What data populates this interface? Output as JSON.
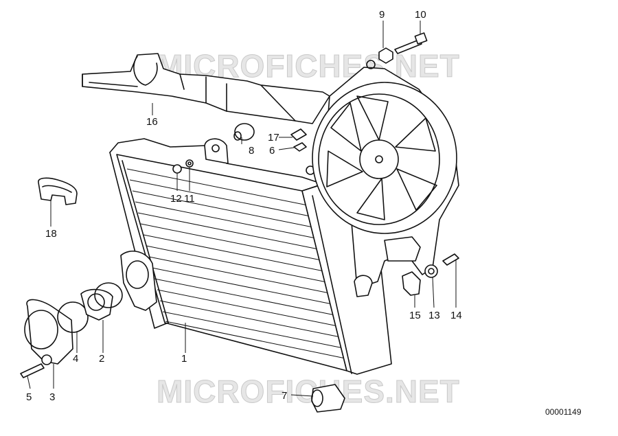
{
  "watermark": "MICROFICHES.NET",
  "doc_id": "00001149",
  "callouts": [
    "1",
    "2",
    "3",
    "4",
    "5",
    "6",
    "7",
    "8",
    "9",
    "10",
    "11",
    "12",
    "13",
    "14",
    "15",
    "16",
    "17",
    "18"
  ]
}
